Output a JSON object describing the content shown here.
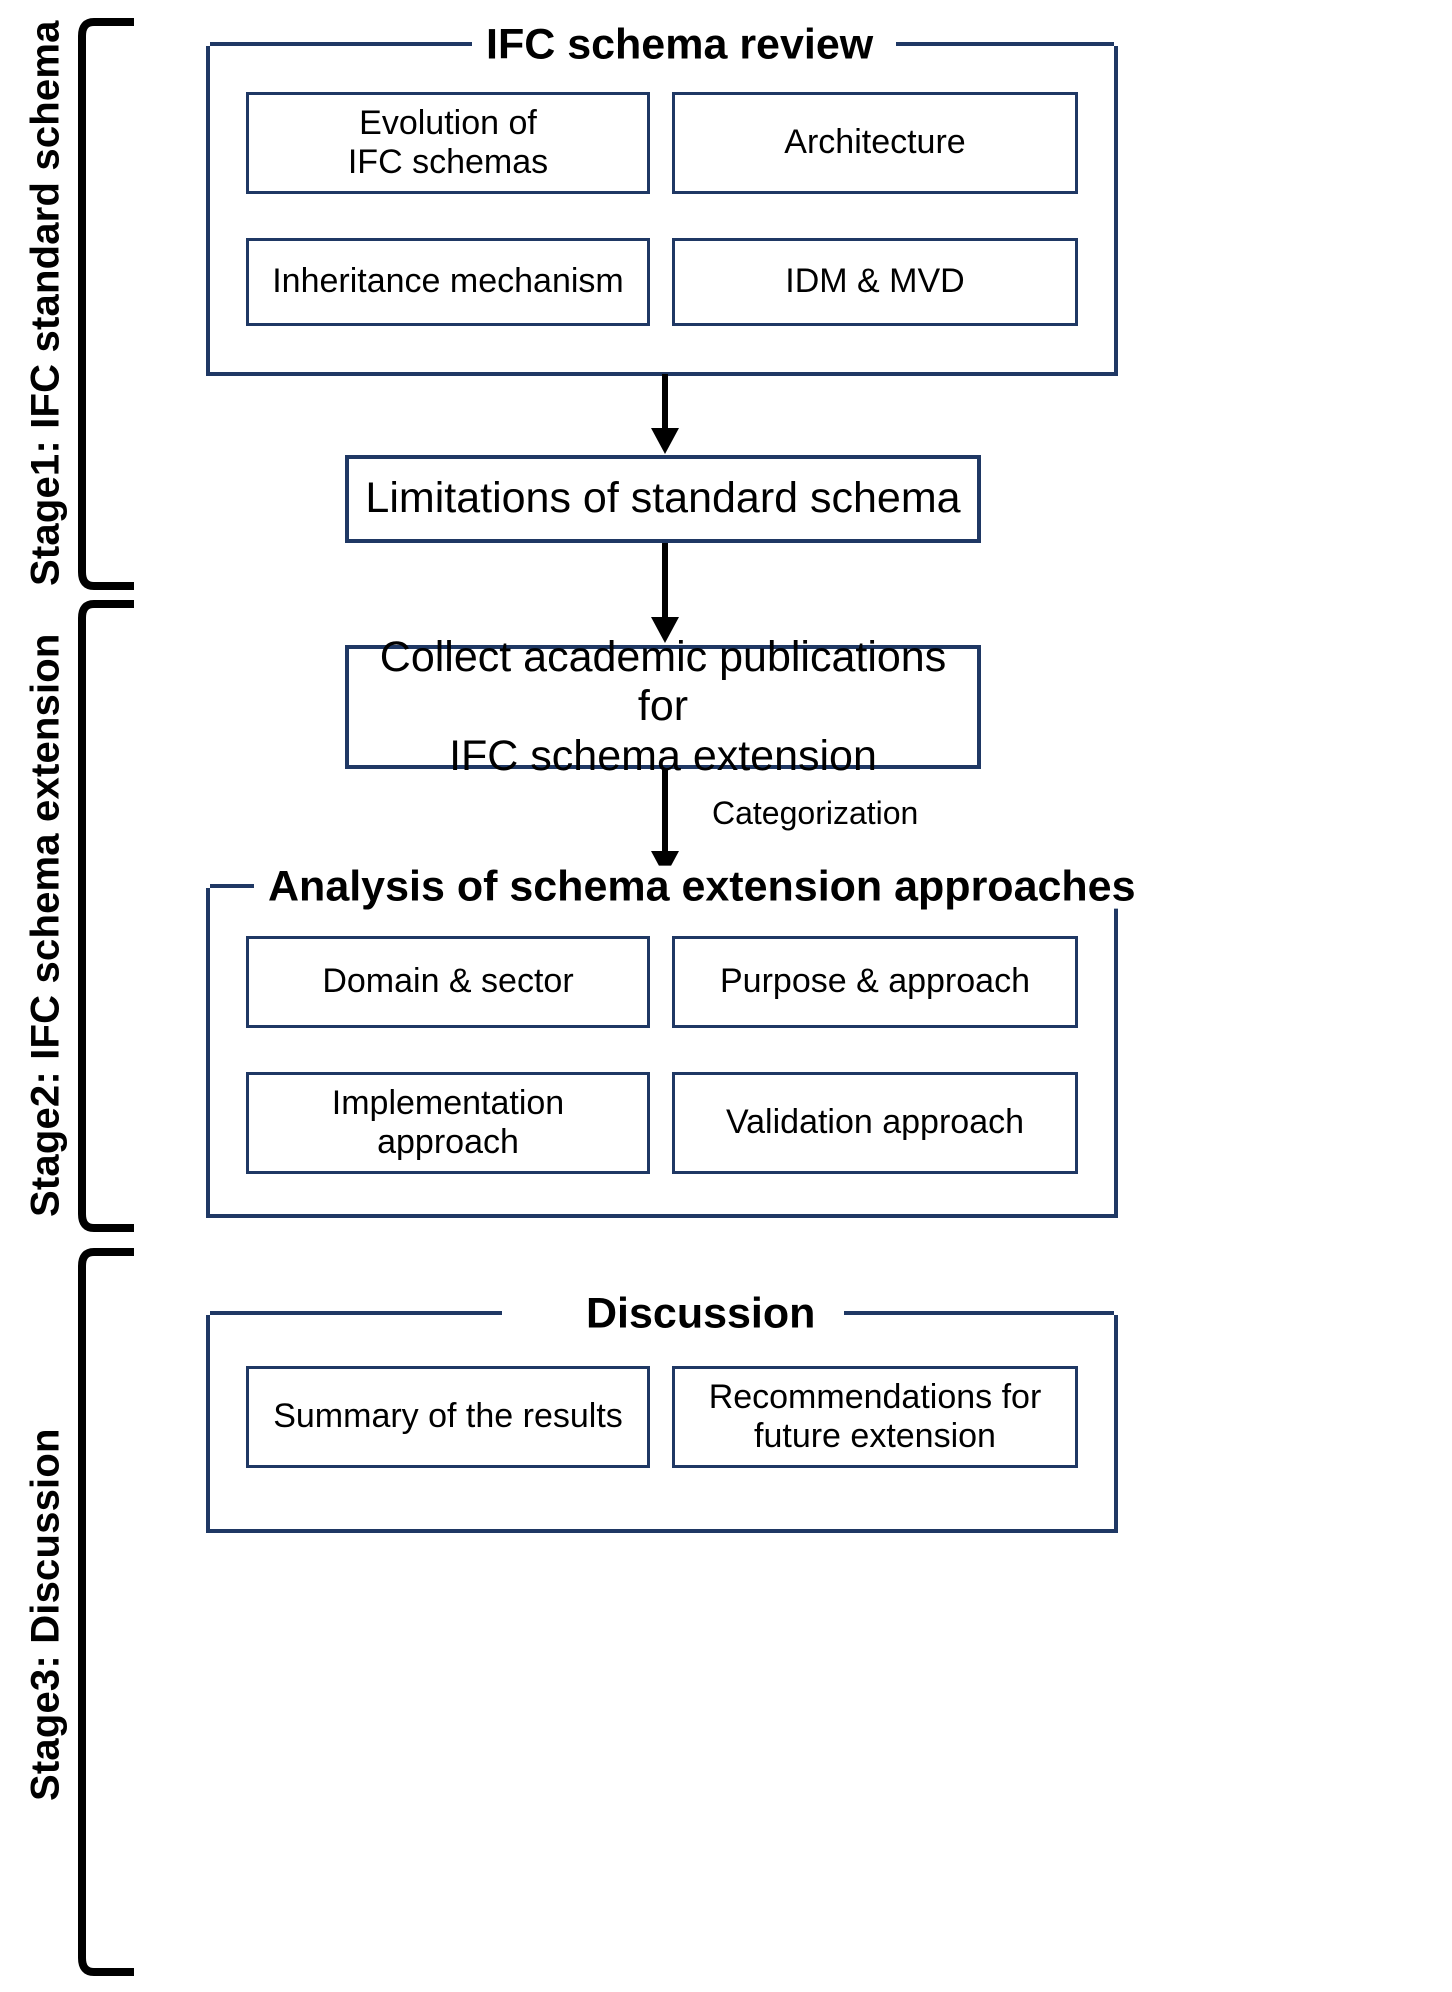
{
  "diagram": {
    "title": "IFC schema review research framework flowchart",
    "accent_color": "#1f3864",
    "line_color": "#000000",
    "background": "#ffffff"
  },
  "stages": [
    {
      "id": "stage1",
      "label": "Stage1: IFC standard schema"
    },
    {
      "id": "stage2",
      "label": "Stage2: IFC schema extension"
    },
    {
      "id": "stage3",
      "label": "Stage3: Discussion"
    }
  ],
  "groups": {
    "ifc_schema_review": {
      "title": "IFC schema review",
      "items": [
        {
          "id": "evolution",
          "label": "Evolution of\nIFC schemas",
          "line1": "Evolution of",
          "line2": "IFC schemas"
        },
        {
          "id": "architecture",
          "label": "Architecture"
        },
        {
          "id": "inheritance",
          "label": "Inheritance mechanism"
        },
        {
          "id": "idm_mvd",
          "label": "IDM & MVD"
        }
      ]
    },
    "analysis_of_schema_extension_approaches": {
      "title": "Analysis of schema extension approaches",
      "items": [
        {
          "id": "domain_sector",
          "label": "Domain & sector"
        },
        {
          "id": "purpose_approach",
          "label": "Purpose & approach"
        },
        {
          "id": "implementation",
          "label": "Implementation\napproach",
          "line1": "Implementation",
          "line2": "approach"
        },
        {
          "id": "validation",
          "label": "Validation approach"
        }
      ]
    },
    "discussion": {
      "title": "Discussion",
      "items": [
        {
          "id": "summary",
          "label": "Summary of the results"
        },
        {
          "id": "recommendations",
          "label": "Recommendations for\nfuture extension",
          "line1": "Recommendations for",
          "line2": "future extension"
        }
      ]
    }
  },
  "process_boxes": [
    {
      "id": "limitations",
      "label": "Limitations of standard schema"
    },
    {
      "id": "collect",
      "label": "Collect academic publications for\nIFC schema extension",
      "line1": "Collect academic publications for",
      "line2": "IFC schema extension"
    }
  ],
  "edges": [
    {
      "id": "review-to-limitations",
      "from": "ifc_schema_review",
      "to": "limitations",
      "label": ""
    },
    {
      "id": "limitations-to-collect",
      "from": "limitations",
      "to": "collect",
      "label": ""
    },
    {
      "id": "collect-to-analysis",
      "from": "collect",
      "to": "analysis_of_schema_extension_approaches",
      "label": "Categorization"
    }
  ]
}
